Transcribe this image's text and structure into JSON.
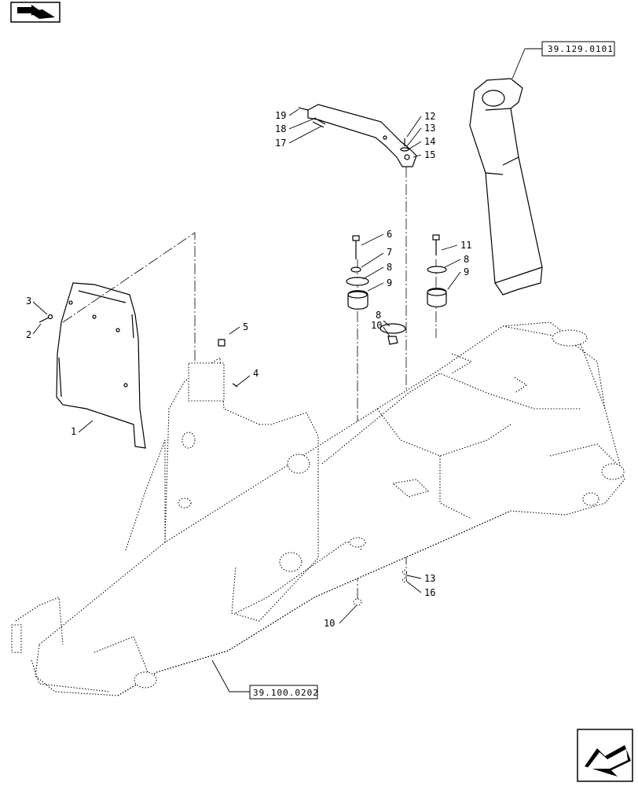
{
  "callouts": [
    {
      "id": "c1",
      "label": "1"
    },
    {
      "id": "c2",
      "label": "2"
    },
    {
      "id": "c3",
      "label": "3"
    },
    {
      "id": "c4",
      "label": "4"
    },
    {
      "id": "c5",
      "label": "5"
    },
    {
      "id": "c6",
      "label": "6"
    },
    {
      "id": "c7",
      "label": "7"
    },
    {
      "id": "c8a",
      "label": "8"
    },
    {
      "id": "c9a",
      "label": "9"
    },
    {
      "id": "c8b",
      "label": "8"
    },
    {
      "id": "c10a",
      "label": "10"
    },
    {
      "id": "c11",
      "label": "11"
    },
    {
      "id": "c8c",
      "label": "8"
    },
    {
      "id": "c9b",
      "label": "9"
    },
    {
      "id": "c12",
      "label": "12"
    },
    {
      "id": "c13a",
      "label": "13"
    },
    {
      "id": "c14",
      "label": "14"
    },
    {
      "id": "c15",
      "label": "15"
    },
    {
      "id": "c19",
      "label": "19"
    },
    {
      "id": "c18",
      "label": "18"
    },
    {
      "id": "c17",
      "label": "17"
    },
    {
      "id": "c13b",
      "label": "13"
    },
    {
      "id": "c16",
      "label": "16"
    },
    {
      "id": "c10b",
      "label": "10"
    }
  ],
  "references": {
    "arm_ref": "39.129.0101",
    "frame_ref": "39.100.0202"
  },
  "icons": {
    "top_left": "book-nav-icon",
    "bottom_right": "next-page-arrow-icon"
  }
}
